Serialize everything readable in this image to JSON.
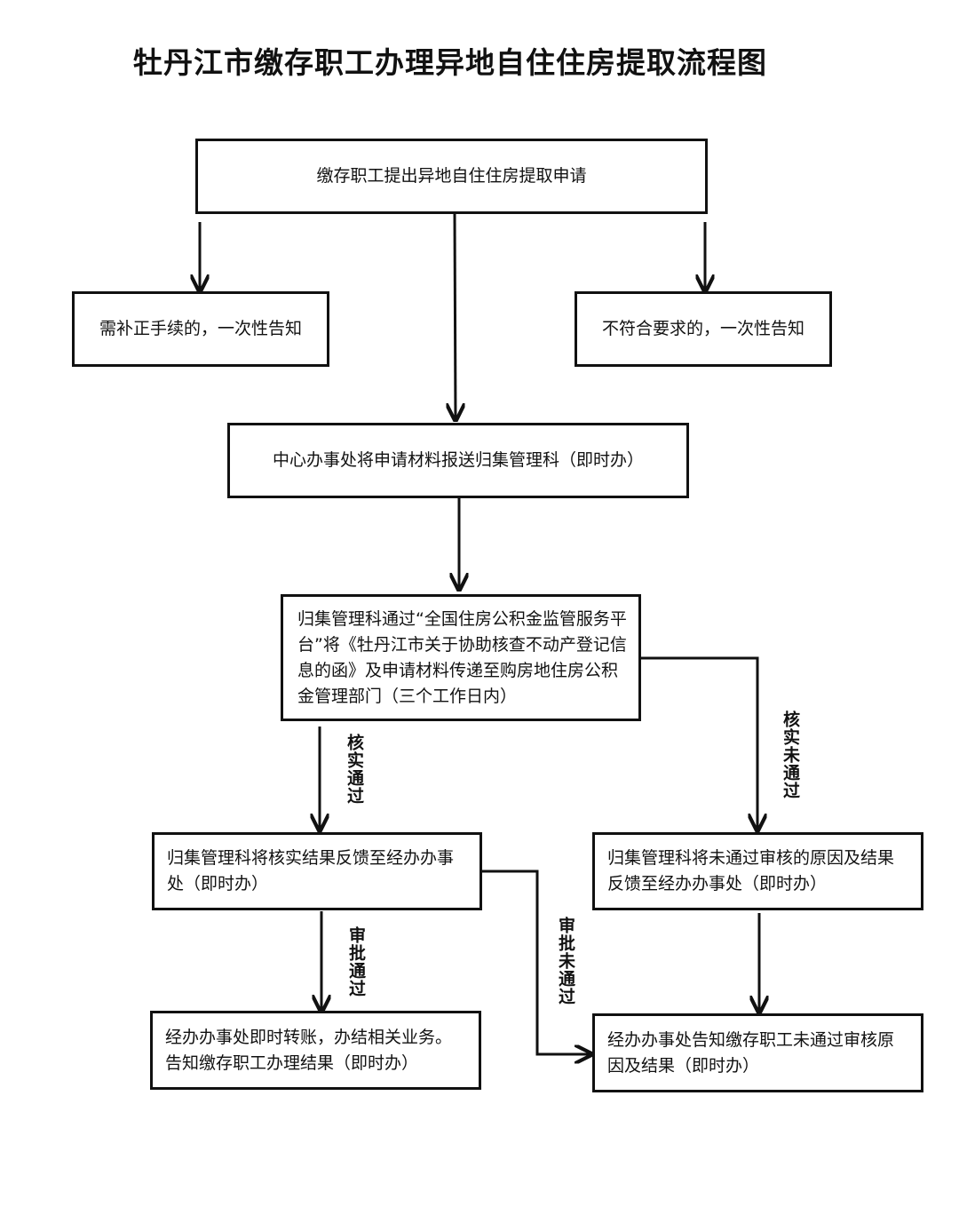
{
  "title": "牡丹江市缴存职工办理异地自住住房提取流程图",
  "nodes": {
    "apply": "缴存职工提出异地自住住房提取申请",
    "supplement": "需补正手续的，一次性告知",
    "not_compliant": "不符合要求的，一次性告知",
    "center_submit": "中心办事处将申请材料报送归集管理科（即时办）",
    "platform_transfer": "归集管理科通过“全国住房公积金监管服务平台”将《牡丹江市关于协助核查不动产登记信息的函》及申请材料传递至购房地住房公积金管理部门（三个工作日内）",
    "feedback_pass": "归集管理科将核实结果反馈至经办办事处（即时办）",
    "feedback_fail": "归集管理科将未通过审核的原因及结果反馈至经办办事处（即时办）",
    "transfer_done": "经办办事处即时转账，办结相关业务。告知缴存职工办理结果（即时办）",
    "notify_fail": "经办办事处告知缴存职工未通过审核原因及结果（即时办）"
  },
  "labels": {
    "verify_pass": "核实通过",
    "verify_fail": "核实未通过",
    "approve_pass": "审批通过",
    "approve_fail": "审批未通过"
  }
}
